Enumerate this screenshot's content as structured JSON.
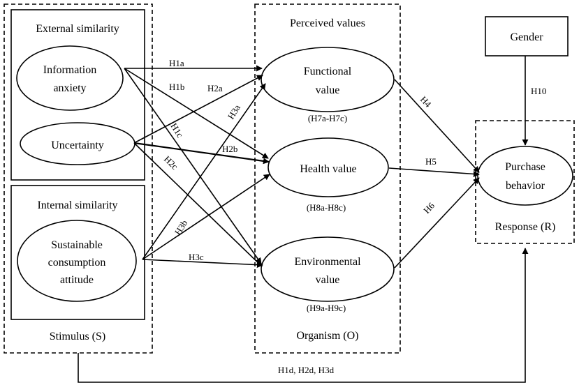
{
  "stimulus": {
    "title": "Stimulus (S)",
    "external": {
      "title": "External similarity",
      "info_anxiety": [
        "Information",
        "anxiety"
      ],
      "uncertainty": "Uncertainty"
    },
    "internal": {
      "title": "Internal similarity",
      "sca": [
        "Sustainable",
        "consumption",
        "attitude"
      ]
    }
  },
  "organism": {
    "title": "Organism (O)",
    "header": "Perceived values",
    "functional": [
      "Functional",
      "value"
    ],
    "functional_h": "(H7a-H7c)",
    "health": "Health value",
    "health_h": "(H8a-H8c)",
    "environmental": [
      "Environmental",
      "value"
    ],
    "environmental_h": "(H9a-H9c)"
  },
  "response": {
    "title": "Response (R)",
    "purchase": [
      "Purchase",
      "behavior"
    ]
  },
  "gender": "Gender",
  "hypotheses": {
    "H1a": "H1a",
    "H1b": "H1b",
    "H1c": "H1c",
    "H2a": "H2a",
    "H2b": "H2b",
    "H2c": "H2c",
    "H3a": "H3a",
    "H3b": "H3b",
    "H3c": "H3c",
    "H4": "H4",
    "H5": "H5",
    "H6": "H6",
    "H10": "H10",
    "H1d_H2d_H3d": "H1d, H2d, H3d"
  }
}
